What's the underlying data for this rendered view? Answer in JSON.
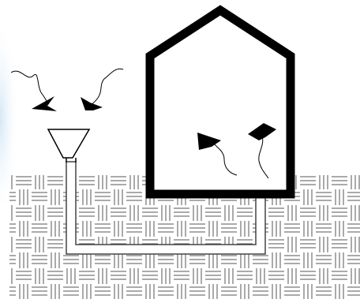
{
  "diagram": {
    "elements": [
      {
        "name": "soil-ground",
        "kind": "ground",
        "pattern": "basketweave"
      },
      {
        "name": "house",
        "kind": "building-outline"
      },
      {
        "name": "funnel-intake",
        "kind": "funnel"
      },
      {
        "name": "underground-pipe",
        "kind": "pipe",
        "from": "funnel-intake",
        "to": "house"
      },
      {
        "name": "incoming-air-arrow-left",
        "kind": "wavy-arrow",
        "direction": "down"
      },
      {
        "name": "incoming-air-arrow-right",
        "kind": "wavy-arrow",
        "direction": "down"
      },
      {
        "name": "indoor-air-arrow-left",
        "kind": "wavy-arrow",
        "direction": "up"
      },
      {
        "name": "indoor-air-arrow-right",
        "kind": "wavy-arrow",
        "direction": "up"
      }
    ],
    "colors": {
      "background": "#ffffff",
      "line": "#000000",
      "soil_pattern": "#555555",
      "glow": "#cfe4f5"
    }
  }
}
